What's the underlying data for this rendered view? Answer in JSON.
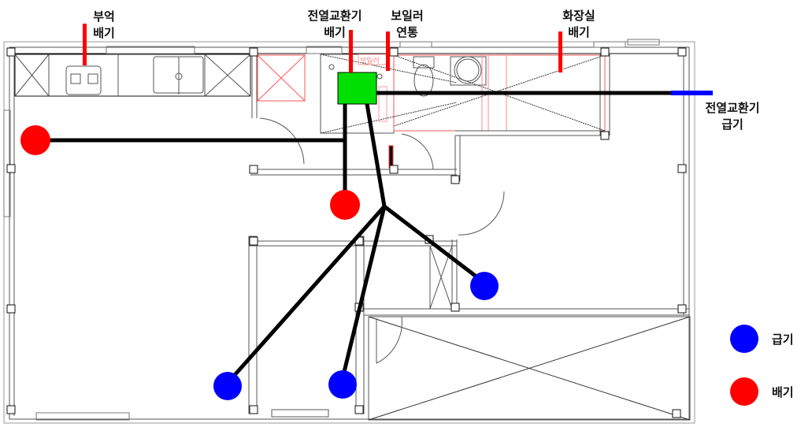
{
  "labels": {
    "kitchen_exhaust": [
      "부억",
      "배기"
    ],
    "erv_exhaust": [
      "전열교환기",
      "배기"
    ],
    "boiler_flue": [
      "보일러",
      "연통"
    ],
    "bathroom_exhaust": [
      "화장실",
      "배기"
    ],
    "erv_supply": [
      "전열교환기",
      "급기"
    ],
    "boiler_room_tag": "보일러"
  },
  "legend": [
    {
      "label": "급기",
      "color": "#0000ff"
    },
    {
      "label": "배기",
      "color": "#ff0000"
    }
  ],
  "colors": {
    "supply": "#0000ff",
    "exhaust": "#ff0000",
    "erv_unit": "#00e000",
    "duct": "#000000"
  }
}
